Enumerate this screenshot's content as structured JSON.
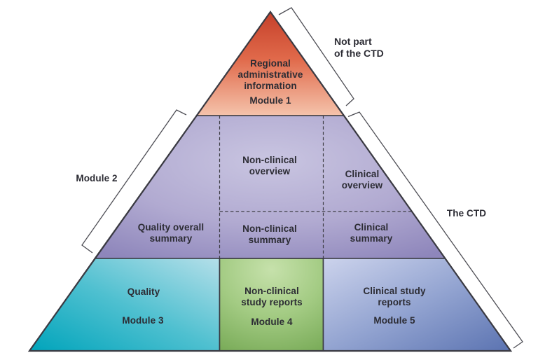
{
  "style": {
    "background": "#ffffff",
    "outline_color": "#3a3a42",
    "dash_color": "#3d3d44",
    "bracket_color": "#4e4e55",
    "text_color": "#2c2c34"
  },
  "annotations": {
    "not_part": "Not part\nof the CTD",
    "module2": "Module 2",
    "the_ctd": "The CTD"
  },
  "modules": {
    "m1": {
      "label": "Regional\nadministrative\ninformation",
      "name": "Module 1",
      "color_top": "#c5402a",
      "color_mid": "#e0694a",
      "color_bottom": "#f5c3ab"
    },
    "m2": {
      "quality_overall_summary": "Quality overall\nsummary",
      "nonclinical_overview": "Non-clinical\noverview",
      "nonclinical_summary": "Non-clinical\nsummary",
      "clinical_overview": "Clinical\noverview",
      "clinical_summary": "Clinical\nsummary",
      "color_center": "#c9c5e1",
      "color_mid": "#b1aad1",
      "color_edge": "#8e86bb"
    },
    "m3": {
      "label": "Quality",
      "name": "Module 3",
      "color_light": "#b5dfe9",
      "color_mid": "#4fc0d0",
      "color_dark": "#00a4bb"
    },
    "m4": {
      "label": "Non-clinical\nstudy reports",
      "name": "Module 4",
      "color_light": "#c6e1ab",
      "color_mid": "#a3cb83",
      "color_dark": "#79ab58"
    },
    "m5": {
      "label": "Clinical study\nreports",
      "name": "Module 5",
      "color_light": "#ccd3ec",
      "color_mid": "#93a4d1",
      "color_dark": "#5b73b1"
    }
  }
}
